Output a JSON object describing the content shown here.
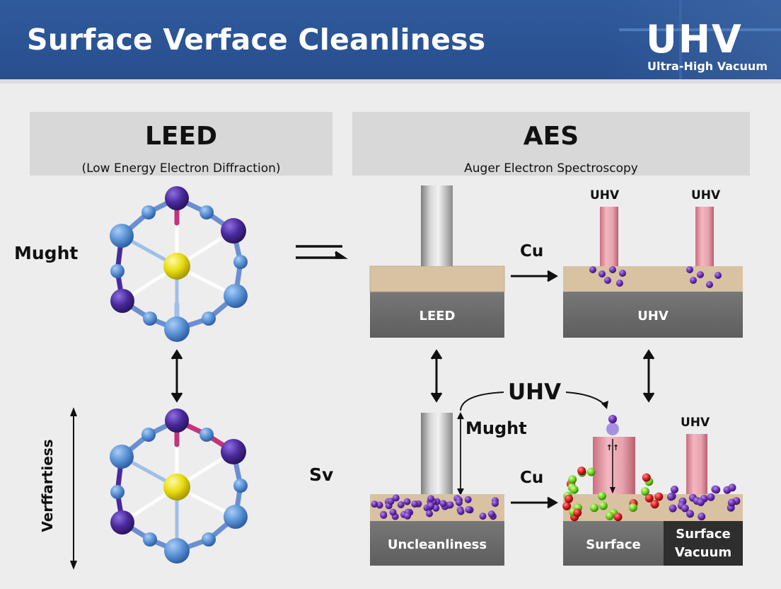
{
  "header": {
    "title": "Surface Verface Cleanliness",
    "logo": "UHV",
    "logo_sub": "Ultra-High Vacuum"
  },
  "left_panel": {
    "title": "LEED",
    "subtitle": "(Low Energy Electron Diffraction)",
    "label_top": "Mught",
    "label_vertical": "Verffartiess",
    "label_side": "Sv"
  },
  "right_panel": {
    "title": "AES",
    "subtitle": "Auger Electron Spectroscopy",
    "probe_label_1": "UHV",
    "probe_label_2": "UHV",
    "probe_label_3": "UHV",
    "arrow_label_top": "Cu",
    "arrow_label_bottom": "Cu",
    "curve_label": "UHV",
    "height_label": "Mught",
    "substrate_clean_left": "LEED",
    "substrate_clean_right": "UHV",
    "substrate_dirty_left": "Uncleanliness",
    "substrate_dirty_right_a": "Surface",
    "substrate_dirty_right_b_line1": "Surface",
    "substrate_dirty_right_b_line2": "Vacuum"
  },
  "colors": {
    "banner": "#2c5797",
    "atom_blue": "#5b93d6",
    "atom_purple": "#4a2a9c",
    "atom_yellow": "#e8dc10",
    "probe_pink": "#e7a3ae",
    "substrate_beige": "#d8c2a2",
    "substrate_dark": "#6b6b6b",
    "contam_purple": "#6b2fb3",
    "contam_green": "#6ccf1e",
    "contam_red": "#d61c1c"
  }
}
